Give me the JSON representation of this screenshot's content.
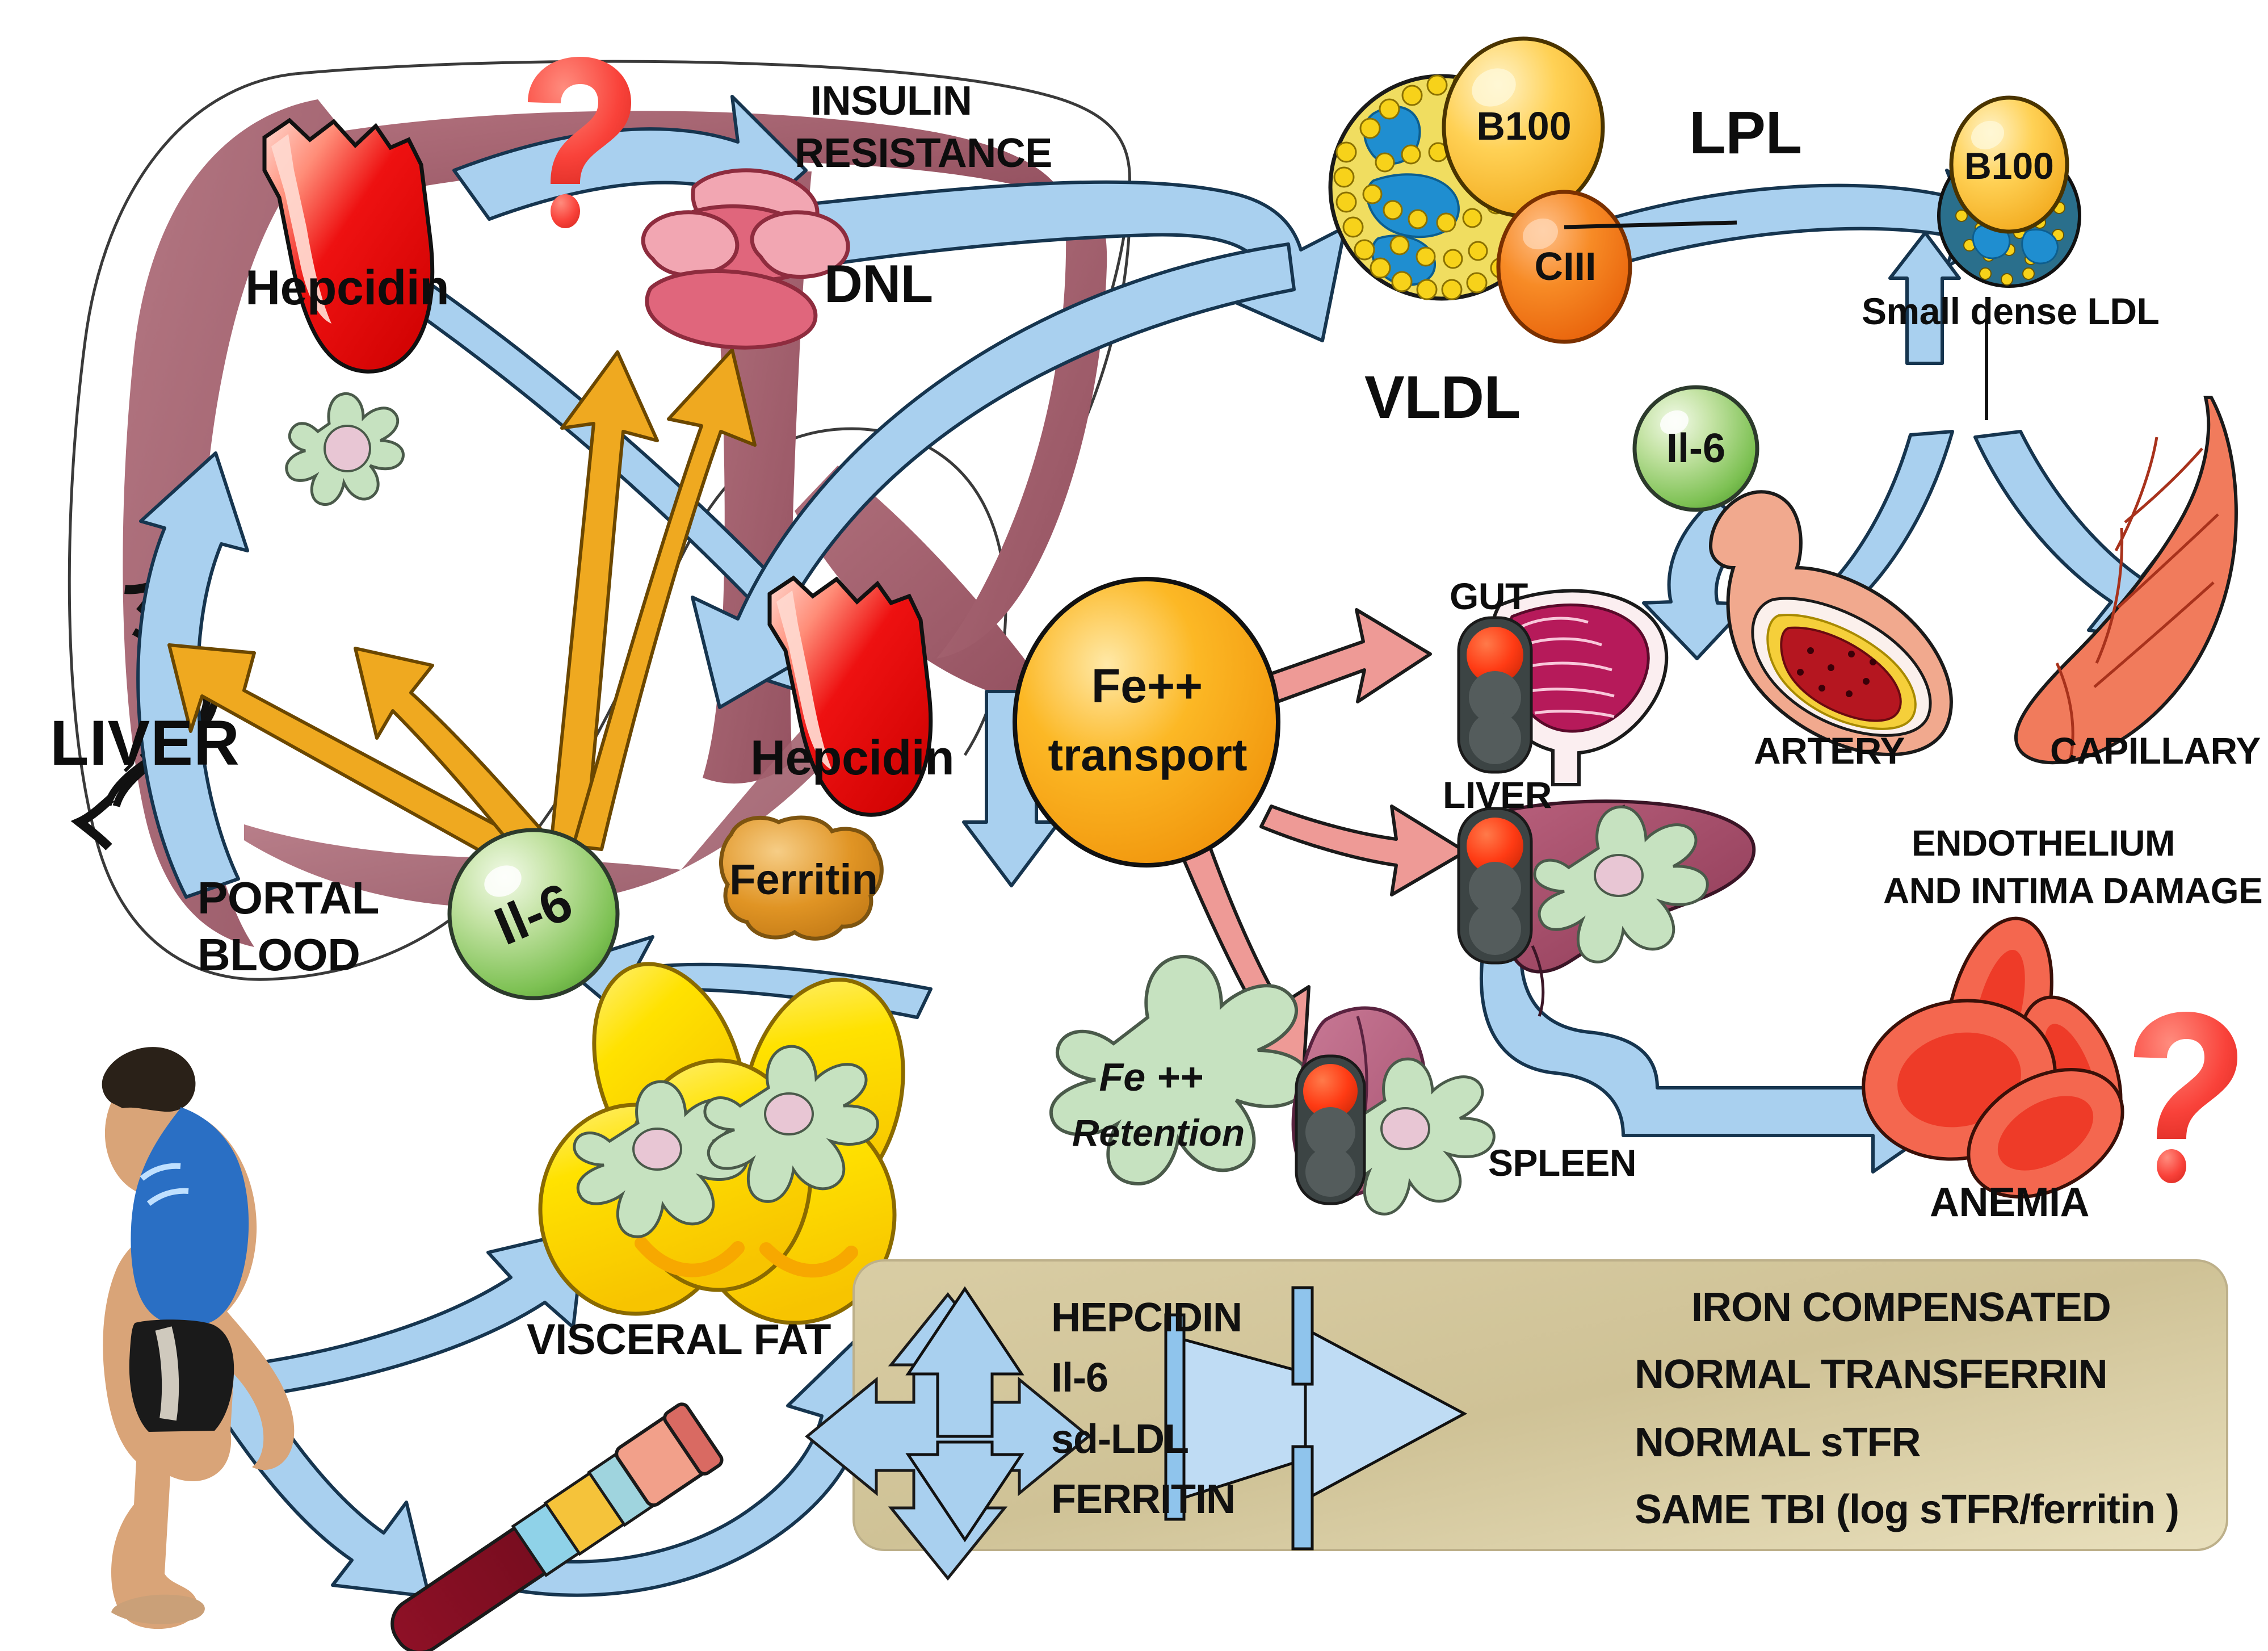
{
  "title": "Hepcidin / Iron metabolism in obesity and metabolic syndrome pathway diagram",
  "colors": {
    "blue_arrow_fill": "#a9d0ef",
    "blue_arrow_stroke": "#16354f",
    "orange_arrow_fill": "#efa920",
    "orange_arrow_stroke": "#6b4700",
    "pink_arrow_fill": "#ee9a96",
    "pink_arrow_stroke": "#1a1a1a",
    "liver_band": "#a8616e",
    "hepcidin_red": "#ee1111",
    "il6_green": "#9dd27f",
    "kupffer_green": "#c6e2c0",
    "fat_yellow": "#ffe000",
    "fe_orange": "#f9a51b",
    "ferritin_orange": "#e09424",
    "b100_yellow": "#ffcf48",
    "ciii_orange": "#f5831f",
    "vldl_blue": "#1f8ed0",
    "legend_bg": "#cfc296",
    "capillary_red": "#f17b5c",
    "question_red": "#f9423a",
    "rbc_red": "#f4674f",
    "traffic_dark": "#3c4444",
    "traffic_red": "#ff3b14"
  },
  "labels": {
    "hepcidin_liver": "Hepcidin",
    "insulin_resistance_line1": "INSULIN",
    "insulin_resistance_line2": "RESISTANCE",
    "dnl": "DNL",
    "liver": "LIVER",
    "portal_line1": "PORTAL",
    "portal_line2": "BLOOD",
    "il6_portal": "Il-6",
    "il6_artery": "Il-6",
    "ferritin": "Ferritin",
    "hepcidin_mid": "Hepcidin",
    "fe_transport_line1": "Fe++",
    "fe_transport_line2": "transport",
    "visceral_fat": "VISCERAL FAT",
    "gut": "GUT",
    "liver_light": "LIVER",
    "spleen": "SPLEEN",
    "fe_retention_line1": "Fe ++",
    "fe_retention_line2": "Retention",
    "vldl": "VLDL",
    "lpl": "LPL",
    "b100_vldl": "B100",
    "ciii_vldl": "CIII",
    "b100_ldl": "B100",
    "small_dense_ldl": "Small dense LDL",
    "artery": "ARTERY",
    "capillary": "CAPILLARY",
    "endothelium_line1": "ENDOTHELIUM",
    "endothelium_line2": "AND INTIMA DAMAGE",
    "anemia": "ANEMIA",
    "question_top": "?",
    "question_anemia": "?"
  },
  "legend": {
    "up_down_items": [
      "HEPCIDIN",
      "Il-6",
      "sd-LDL",
      "FERRITIN"
    ],
    "outcomes": [
      "IRON COMPENSATED",
      "NORMAL TRANSFERRIN",
      "NORMAL sTFR",
      "SAME TBI (log sTFR/ferritin )"
    ]
  }
}
